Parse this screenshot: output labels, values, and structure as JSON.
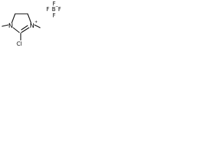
{
  "molecule": {
    "cation": {
      "atoms": {
        "n1": "N",
        "n3": "N",
        "n3_charge": "+",
        "chlorine": "Cl"
      }
    },
    "anion": {
      "atoms": {
        "boron": "B",
        "boron_charge": "−",
        "f_top": "F",
        "f_left": "F",
        "f_right": "F",
        "f_bottom": "F"
      }
    }
  }
}
